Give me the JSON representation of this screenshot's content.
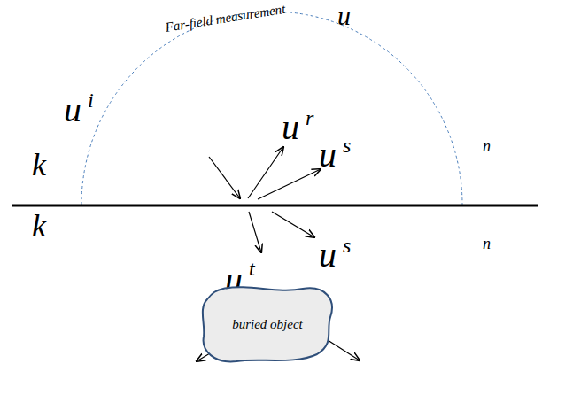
{
  "diagram": {
    "nodes": [
      {
        "text": [
          "buried object"
        ]
      }
    ],
    "labels": [
      "Far-field measurement",
      "u",
      "u",
      "i",
      "u",
      "r",
      "u",
      "s",
      "k",
      "k",
      "u",
      "s",
      "u",
      "t",
      "n",
      "n"
    ]
  }
}
